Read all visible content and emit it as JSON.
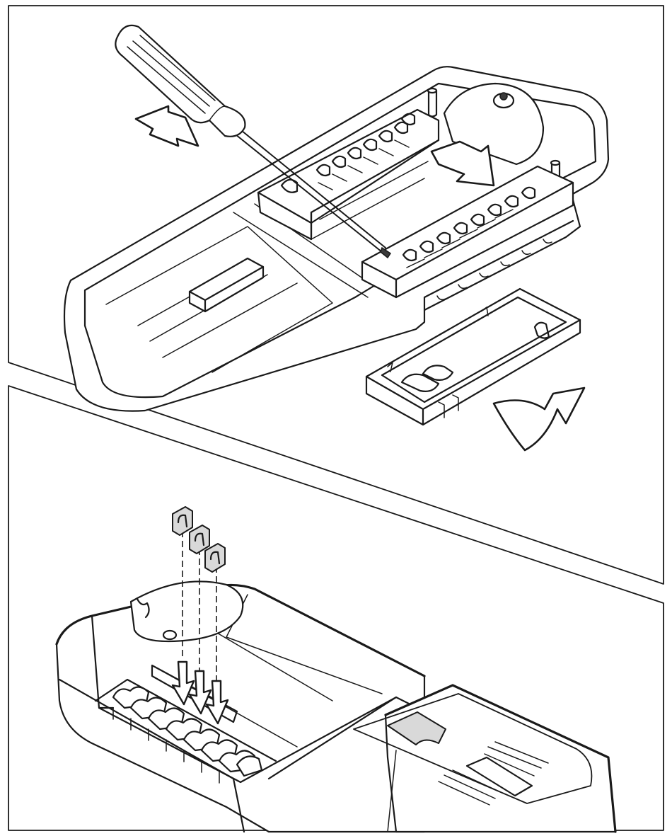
{
  "figure": {
    "panels": [
      {
        "id": "top",
        "steps": [
          "insert-screwdriver",
          "slide-terminal-block",
          "remove-cover"
        ]
      },
      {
        "id": "bottom",
        "steps": [
          "insert-clips",
          "press-clips-into-terminals"
        ]
      }
    ],
    "colors": {
      "line": "#1a1a1a",
      "fill": "#ffffff",
      "shade": "#d9d9d9",
      "dark": "#3a3a3a"
    }
  }
}
